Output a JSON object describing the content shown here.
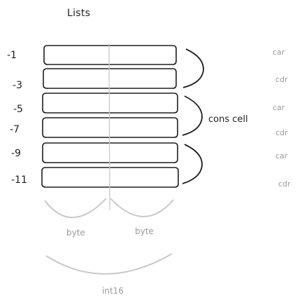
{
  "title": "Lists",
  "addresses": [
    "-1",
    "-3",
    "-5",
    "-7",
    "-9",
    "-11"
  ],
  "slots": [
    "car",
    "cdr",
    "car",
    "cdr",
    "car",
    "cdr"
  ],
  "cons_label": "cons cell",
  "byte_labels": [
    "byte",
    "byte"
  ],
  "int_label": "int16",
  "colors": {
    "ink": "#1e1e1e",
    "muted": "#9a9a9a",
    "divider": "#c8c8c8"
  }
}
